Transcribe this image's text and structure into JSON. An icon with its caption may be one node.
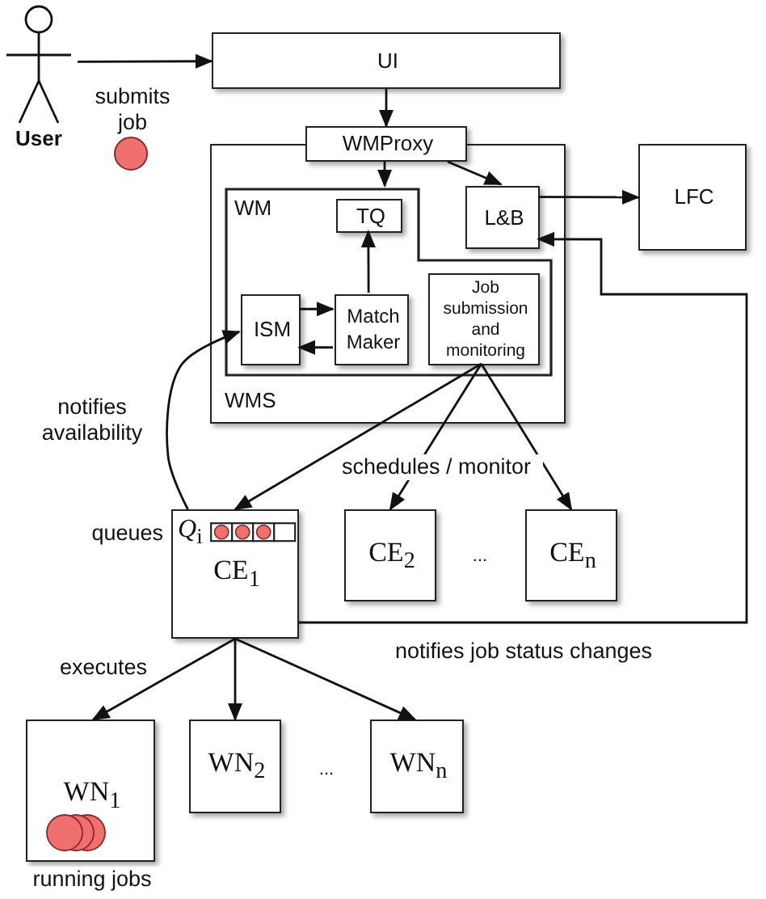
{
  "diagram": {
    "nodes": [
      {
        "text": [
          "User"
        ]
      },
      {
        "text": [
          "UI"
        ]
      },
      {
        "text": [
          "WMS"
        ]
      },
      {
        "text": [
          "WMProxy"
        ]
      },
      {
        "text": [
          "WM"
        ],
        "in": 2
      },
      {
        "text": [
          "TQ"
        ],
        "in": 4
      },
      {
        "text": [
          "L&B"
        ],
        "in": 2
      },
      {
        "text": [
          "LFC"
        ]
      },
      {
        "text": [
          "ISM"
        ],
        "in": 4
      },
      {
        "text": [
          "Match Maker"
        ],
        "in": 4
      },
      {
        "text": [
          "Job submission and monitoring"
        ],
        "in": 4
      },
      {
        "text": [
          "*Q*$_{i}$",
          "CE$_{1}$"
        ],
        "beside": [
          "queues"
        ]
      },
      {
        "text": [
          "CE$_{2}$"
        ]
      },
      {
        "text": [
          "CE$_{n}$"
        ]
      },
      {
        "text": [
          "WN$_{1}$"
        ],
        "beside": [
          "running jobs"
        ]
      },
      {
        "text": [
          "WN$_{2}$"
        ]
      },
      {
        "text": [
          "WN$_{n}$"
        ]
      }
    ],
    "edges": [
      {
        "from": 0,
        "to": 1,
        "arrow": "to",
        "label": "submits job"
      },
      {
        "from": 1,
        "to": 3,
        "arrow": "to"
      },
      {
        "from": 3,
        "to": 4,
        "arrow": "to"
      },
      {
        "from": 3,
        "to": 6,
        "arrow": "to"
      },
      {
        "from": 6,
        "to": 7,
        "arrow": "to"
      },
      {
        "from": 8,
        "to": 9,
        "arrow": "to"
      },
      {
        "from": 9,
        "to": 8,
        "arrow": "to"
      },
      {
        "from": 9,
        "to": 5,
        "arrow": "to"
      },
      {
        "from": 11,
        "to": 8,
        "arrow": "to",
        "label": "notifies availability"
      },
      {
        "from": 10,
        "to": 11,
        "arrow": "to"
      },
      {
        "from": 10,
        "to": 12,
        "arrow": "to",
        "label": "schedules / monitor"
      },
      {
        "from": 10,
        "to": 13,
        "arrow": "to"
      },
      {
        "from": 11,
        "to": 6,
        "arrow": "to",
        "label": "notifies job status changes"
      },
      {
        "from": 11,
        "to": 14,
        "arrow": "to",
        "label": "executes"
      },
      {
        "from": 11,
        "to": 15,
        "arrow": "to"
      },
      {
        "from": 11,
        "to": 16,
        "arrow": "to"
      }
    ],
    "labels": [
      "...",
      "..."
    ]
  }
}
